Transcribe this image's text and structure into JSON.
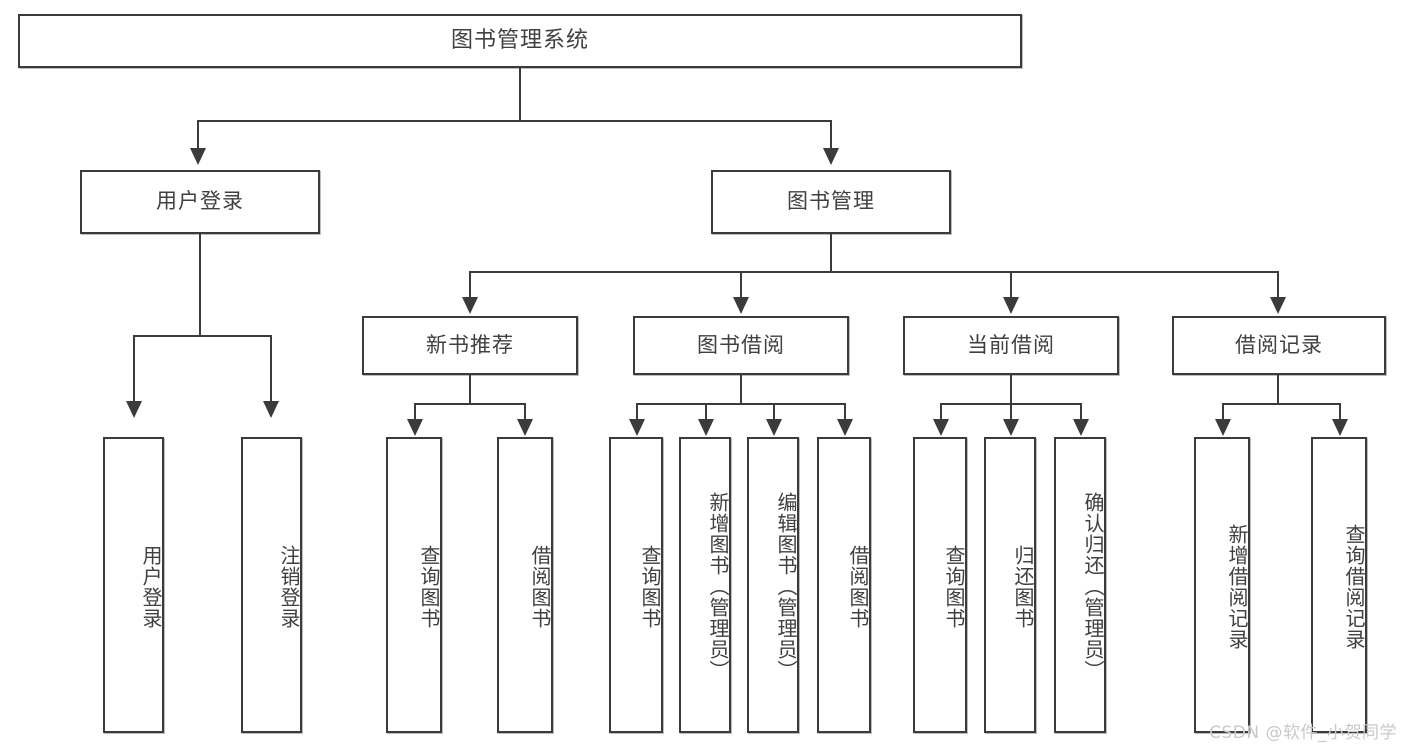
{
  "diagram": {
    "type": "tree-hierarchy",
    "title": "图书管理系统",
    "watermark": "CSDN @软件_小贺同学",
    "root": {
      "label": "图书管理系统"
    },
    "level2": [
      {
        "label": "用户登录"
      },
      {
        "label": "图书管理"
      }
    ],
    "level3": [
      {
        "label": "新书推荐"
      },
      {
        "label": "图书借阅"
      },
      {
        "label": "当前借阅"
      },
      {
        "label": "借阅记录"
      }
    ],
    "leaves": {
      "user_login": [
        {
          "label": "用户登录"
        },
        {
          "label": "注销登录"
        }
      ],
      "new_book_recommend": [
        {
          "label": "查询图书"
        },
        {
          "label": "借阅图书"
        }
      ],
      "book_borrow": [
        {
          "label": "查询图书"
        },
        {
          "label": "新增图书（管理员）"
        },
        {
          "label": "编辑图书（管理员）"
        },
        {
          "label": "借阅图书"
        }
      ],
      "current_borrow": [
        {
          "label": "查询图书"
        },
        {
          "label": "归还图书"
        },
        {
          "label": "确认归还（管理员）"
        }
      ],
      "borrow_record": [
        {
          "label": "新增借阅记录"
        },
        {
          "label": "查询借阅记录"
        }
      ]
    },
    "colors": {
      "border": "#3b3b3b",
      "text": "#404040",
      "background": "#ffffff",
      "watermark": "#c9c9c9"
    }
  }
}
